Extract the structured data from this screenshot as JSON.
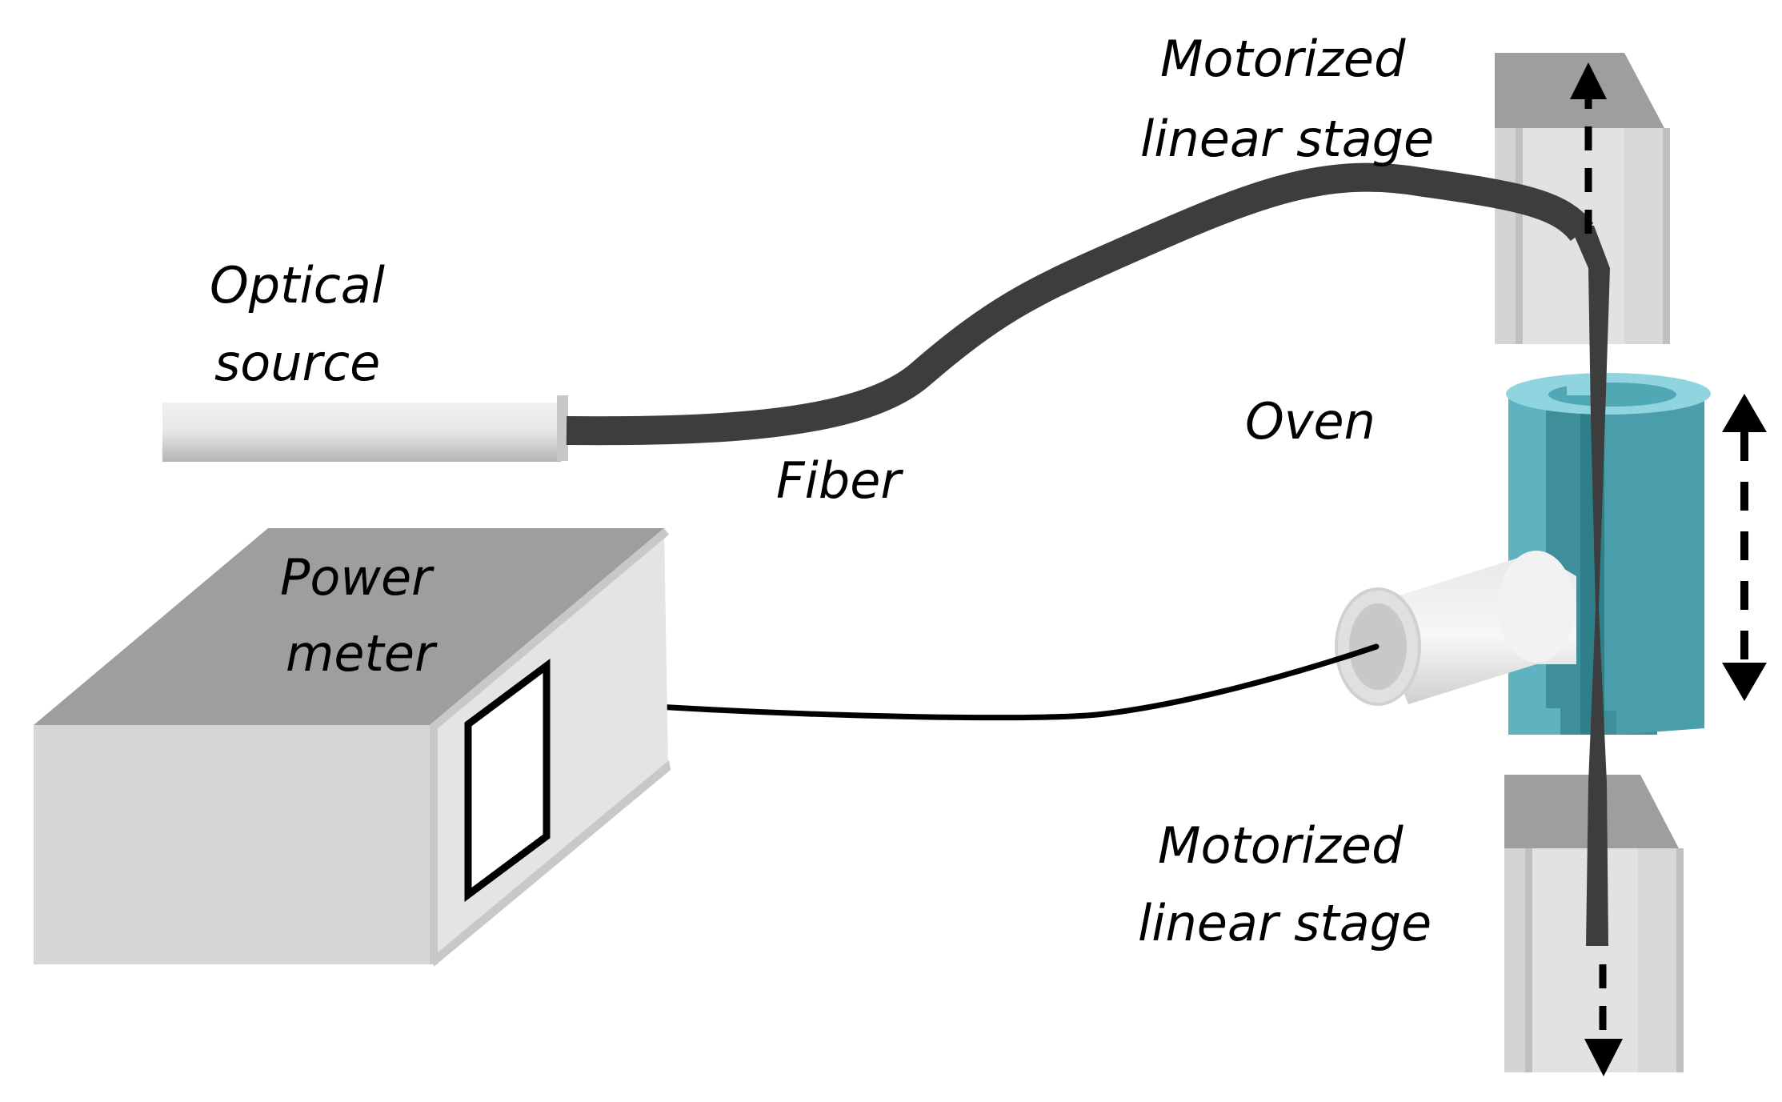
{
  "labels": {
    "optical_source_line1": "Optical",
    "optical_source_line2": "source",
    "fiber": "Fiber",
    "power_meter_line1": "Power",
    "power_meter_line2": "meter",
    "oven": "Oven",
    "stage_top_line1": "Motorized",
    "stage_top_line2": "linear stage",
    "stage_bottom_line1": "Motorized",
    "stage_bottom_line2": "linear stage"
  },
  "colors": {
    "fiber": "#3d3d3d",
    "oven_light": "#6fc3d0",
    "oven_dark": "#3e8f9a",
    "stage_grey": "#d8d8d8",
    "stage_top_face": "#9e9e9e",
    "meter_top": "#9e9e9e",
    "meter_front": "#d6d6d6",
    "meter_side": "#e4e4e4"
  }
}
